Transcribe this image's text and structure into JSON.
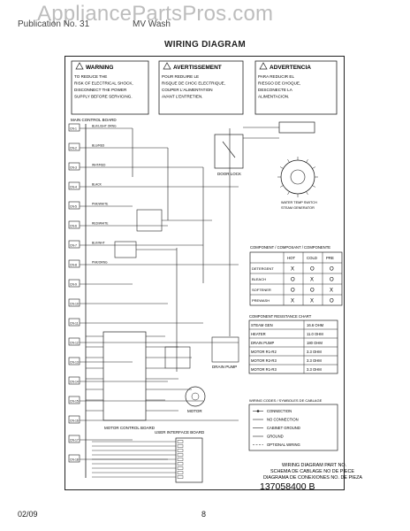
{
  "watermark": "AppliancePartsPros.com",
  "header": {
    "left": "Publication No. 31",
    "right": "MV Wash"
  },
  "title": "WIRING DIAGRAM",
  "warnings": {
    "en_title": "WARNING",
    "fr_title": "AVERTISSEMENT",
    "es_title": "ADVERTENCIA",
    "en_text": [
      "TO REDUCE THE",
      "RISK OF ELECTRICAL SHOCK,",
      "DISCONNECT THE POWER",
      "SUPPLY BEFORE SERVICING."
    ],
    "fr_text": [
      "POUR REDUIRE LE",
      "RISQUE DE CHOC ELECTRIQUE,",
      "COUPER L'ALIMENTATION",
      "AVANT L'ENTRETIEN."
    ],
    "es_text": [
      "PARA REDUCIR EL",
      "RIESGO DE CHOQUE,",
      "DESCONECTE LA",
      "ALIMENTACION."
    ]
  },
  "wiring": {
    "main_board": "MAIN CONTROL BOARD",
    "connectors_top": [
      "CN-1",
      "CN-2",
      "CN-3",
      "CN-4",
      "CN-5",
      "CN-6",
      "CN-7",
      "CN-8"
    ],
    "connectors_mid": [
      "CN-9",
      "CN-10",
      "CN-11",
      "CN-12"
    ],
    "connectors_low": [
      "CN-13",
      "CN-14",
      "CN-15",
      "CN-16",
      "CN-17",
      "CN-18"
    ],
    "wire_labels": [
      "BLK/LIGHT ORNG",
      "BLU/RED",
      "WHT/RED",
      "BLACK",
      "PNK/WHITE",
      "RED/WHITE",
      "BLK/WHT",
      "PNK/ORNG"
    ],
    "door_lock": "DOOR LOCK",
    "user_interface": "USER INTERFACE BOARD",
    "motor_control": "MOTOR CONTROL BOARD",
    "drain_pump": "DRAIN PUMP",
    "motor": "MOTOR",
    "switch_caption": [
      "WATER TEMP SWITCH",
      "STEAM GENERATOR"
    ]
  },
  "switch_table": {
    "title": "COMPONENT / COMPOSANT / COMPONENTE",
    "cols": [
      "HOT",
      "COLD",
      "PRE"
    ],
    "rows": [
      {
        "name": "DETERGENT",
        "v": [
          "X",
          "O",
          "O"
        ]
      },
      {
        "name": "BLEACH",
        "v": [
          "O",
          "X",
          "O"
        ]
      },
      {
        "name": "SOFTENER",
        "v": [
          "O",
          "O",
          "X"
        ]
      },
      {
        "name": "PREWASH",
        "v": [
          "X",
          "X",
          "O"
        ]
      }
    ]
  },
  "resistance_table": {
    "title": "COMPONENT RESISTANCE CHART",
    "rows": [
      {
        "name": "STEAM GEN",
        "value": "16.6 OHM"
      },
      {
        "name": "HEATER",
        "value": "11.0 OHM"
      },
      {
        "name": "DRAIN PUMP",
        "value": "180 OHM"
      },
      {
        "name": "MOTOR R1-R2",
        "value": "3.3 OHM"
      },
      {
        "name": "MOTOR R2-R3",
        "value": "3.3 OHM"
      },
      {
        "name": "MOTOR R1-R3",
        "value": "3.3 OHM"
      }
    ]
  },
  "legend": {
    "title": "WIRING CODES / SYMBOLES DE CABLAGE",
    "items": [
      "CONNECTION",
      "NO CONNECTION",
      "CABINET GROUND",
      "GROUND",
      "OPTIONAL WIRING"
    ]
  },
  "part_block": {
    "line1": "WIRING DIAGRAM PART NO.",
    "line2": "SCHEMA DE CABLAGE NO DE PIECE",
    "line3": "DIAGRAMA DE CONEXIONES NO. DE PIEZA",
    "number": "137058400 B"
  },
  "footer": {
    "date": "02/09",
    "page": "8"
  }
}
